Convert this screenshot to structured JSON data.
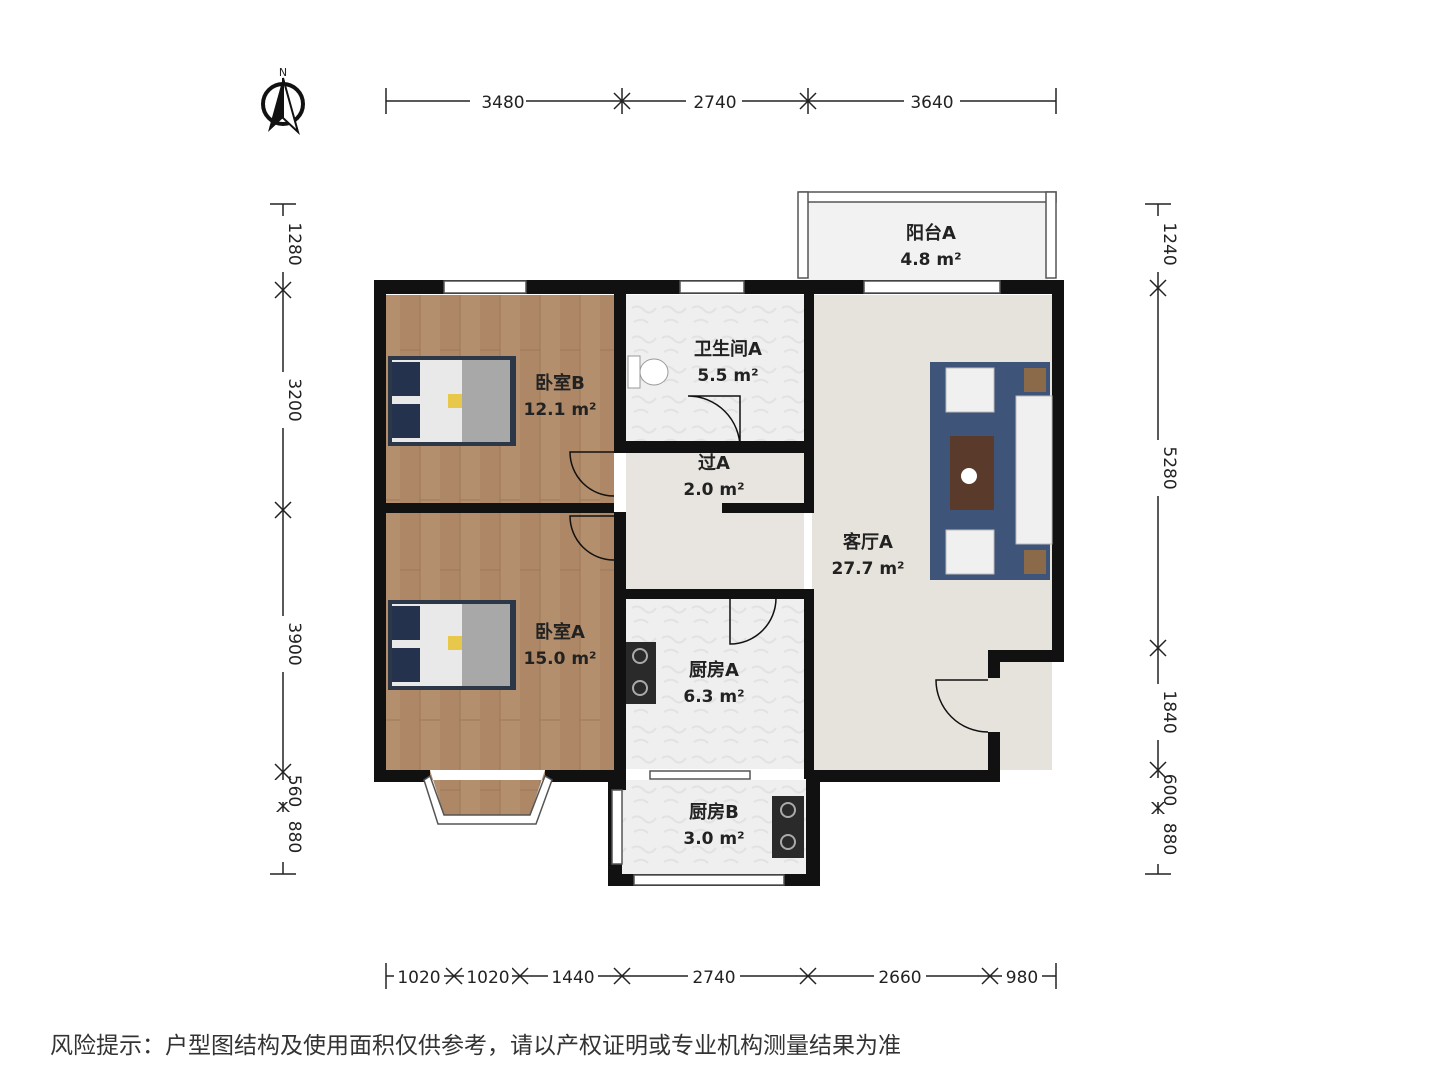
{
  "compass": {
    "label": "N"
  },
  "dimensions": {
    "top": [
      "3480",
      "2740",
      "3640"
    ],
    "bottom": [
      "1020",
      "1020",
      "1440",
      "2740",
      "2660",
      "980"
    ],
    "left": [
      "1280",
      "3200",
      "3900",
      "560",
      "880"
    ],
    "right": [
      "1240",
      "5280",
      "1840",
      "600",
      "880"
    ]
  },
  "rooms": {
    "balcony_a": {
      "name": "阳台A",
      "area": "4.8 m²"
    },
    "bathroom_a": {
      "name": "卫生间A",
      "area": "5.5 m²"
    },
    "bedroom_b": {
      "name": "卧室B",
      "area": "12.1 m²"
    },
    "hallway_a": {
      "name": "过A",
      "area": "2.0 m²"
    },
    "living_a": {
      "name": "客厅A",
      "area": "27.7 m²"
    },
    "bedroom_a": {
      "name": "卧室A",
      "area": "15.0 m²"
    },
    "kitchen_a": {
      "name": "厨房A",
      "area": "6.3 m²"
    },
    "kitchen_b": {
      "name": "厨房B",
      "area": "3.0 m²"
    }
  },
  "disclaimer": "风险提示：户型图结构及使用面积仅供参考，请以产权证明或专业机构测量结果为准",
  "colors": {
    "wall": "#111111",
    "wood_floor": "#b08c6c",
    "tile_floor": "#eeeeee",
    "living_floor": "#e6e2dc",
    "rug": "#3e5479"
  }
}
